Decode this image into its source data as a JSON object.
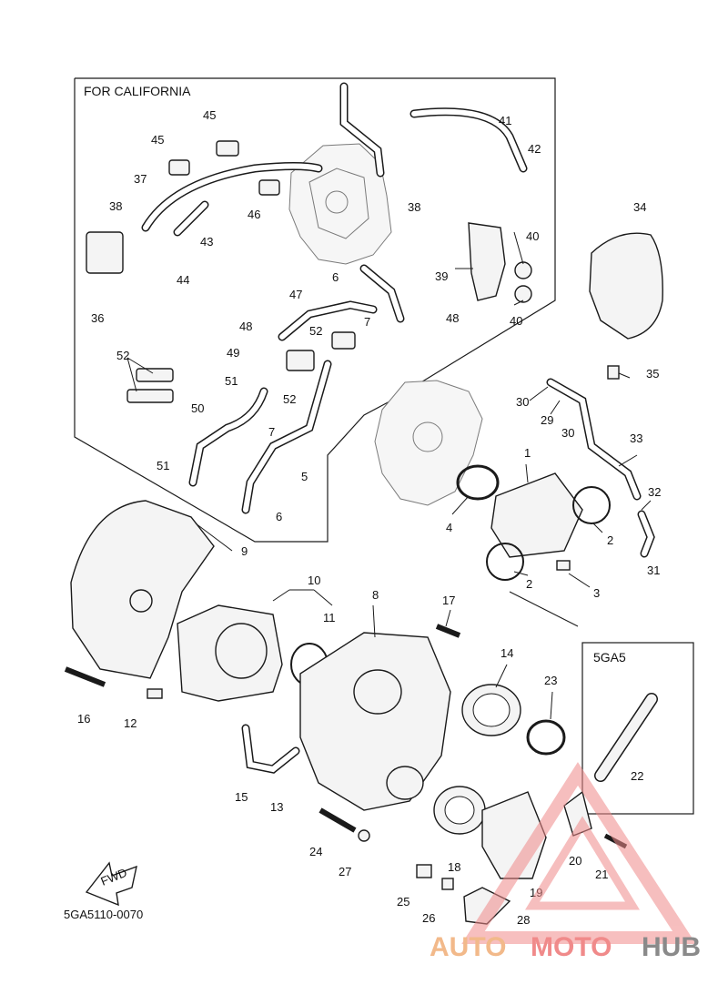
{
  "header": "FOR CALIFORNIA",
  "inset_label": "5GA5",
  "drawing_code": "5GA5110-0070",
  "fwd_label": "FWD",
  "watermark": {
    "text_a": "AUTO",
    "text_b": "MOTO",
    "text_c": "HUB",
    "color_a": "#f2b98a",
    "color_b": "#f08a8a",
    "color_c": "#8a8a8a"
  },
  "labels": [
    "1",
    "2",
    "2",
    "3",
    "4",
    "5",
    "6",
    "6",
    "7",
    "7",
    "8",
    "9",
    "10",
    "11",
    "12",
    "13",
    "14",
    "15",
    "16",
    "17",
    "18",
    "19",
    "20",
    "21",
    "22",
    "23",
    "24",
    "25",
    "26",
    "27",
    "28",
    "29",
    "30",
    "30",
    "31",
    "32",
    "33",
    "34",
    "35",
    "36",
    "37",
    "38",
    "38",
    "39",
    "40",
    "40",
    "41",
    "42",
    "43",
    "44",
    "45",
    "45",
    "46",
    "47",
    "48",
    "48",
    "49",
    "50",
    "51",
    "51",
    "52",
    "52",
    "52"
  ]
}
